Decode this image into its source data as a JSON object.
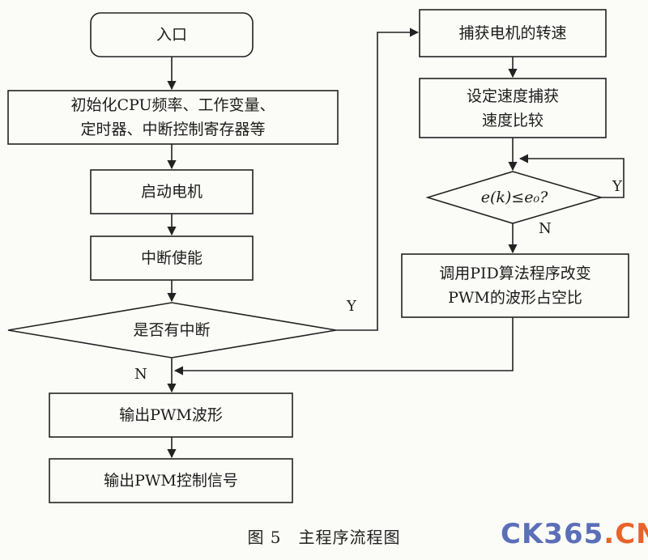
{
  "nodes": {
    "entry": "入口",
    "init_line1": "初始化CPU频率、工作变量、",
    "init_line2": "定时器、中断控制寄存器等",
    "start_motor": "启动电机",
    "interrupt_enable": "中断使能",
    "has_interrupt": "是否有中断",
    "output_pwm": "输出PWM波形",
    "output_pwm_signal": "输出PWM控制信号",
    "capture_speed": "捕获电机的转速",
    "compare_line1": "设定速度捕获",
    "compare_line2": "速度比较",
    "error_check": "e(k)≤e₀?",
    "pid_line1": "调用PID算法程序改变",
    "pid_line2": "PWM的波形占空比"
  },
  "flow_labels": {
    "interrupt_yes": "Y",
    "interrupt_no": "N",
    "error_yes": "Y",
    "error_no": "N"
  },
  "caption": "图 5　主程序流程图",
  "watermark": {
    "part1": "CK365",
    "dot": ".",
    "part2": "CN",
    "color_part1": "#5b6fb8",
    "color_dot": "#e8632a",
    "color_part2": "#e8632a"
  }
}
